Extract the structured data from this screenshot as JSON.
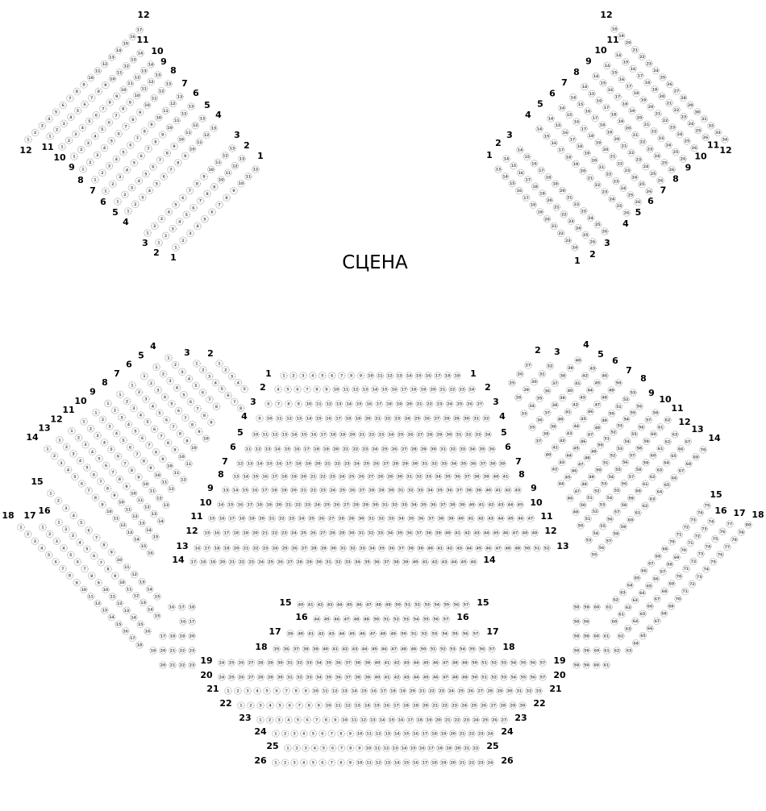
{
  "stage": {
    "label": "СЦЕНА"
  },
  "colors": {
    "seat_outline": "#9a9a9a",
    "seat_number": "#555555",
    "row_label": "#000000"
  },
  "sections": [
    {
      "id": "balcony-left",
      "rows": [
        {
          "label": "12",
          "from": 1,
          "to": 17
        },
        {
          "label": "11",
          "from": 1,
          "to": 14
        },
        {
          "label": "10",
          "from": 1,
          "to": 14
        },
        {
          "label": "9",
          "from": 1,
          "to": 13
        },
        {
          "label": "8",
          "from": 1,
          "to": 13
        },
        {
          "label": "7",
          "from": 1,
          "to": 13
        },
        {
          "label": "6",
          "from": 1,
          "to": 13
        },
        {
          "label": "5",
          "from": 1,
          "to": 13
        },
        {
          "label": "4",
          "from": 1,
          "to": 13
        }
      ]
    },
    {
      "id": "balcony-left-front",
      "rows": [
        {
          "label": "3",
          "from": 1,
          "to": 13
        },
        {
          "label": "2",
          "from": 1,
          "to": 13
        },
        {
          "label": "1",
          "from": 1,
          "to": 12
        }
      ]
    },
    {
      "id": "balcony-right-front",
      "rows": [
        {
          "label": "1",
          "from": 13,
          "to": 24
        },
        {
          "label": "2",
          "from": 14,
          "to": 26
        },
        {
          "label": "3",
          "from": 14,
          "to": 26
        }
      ]
    },
    {
      "id": "balcony-right",
      "rows": [
        {
          "label": "4",
          "from": 14,
          "to": 26
        },
        {
          "label": "5",
          "from": 14,
          "to": 26
        },
        {
          "label": "6",
          "from": 14,
          "to": 26
        },
        {
          "label": "7",
          "from": 14,
          "to": 26
        },
        {
          "label": "8",
          "from": 14,
          "to": 26
        },
        {
          "label": "9",
          "from": 14,
          "to": 26
        },
        {
          "label": "10",
          "from": 14,
          "to": 26
        },
        {
          "label": "11",
          "from": 14,
          "to": 26
        },
        {
          "label": "12",
          "from": 18,
          "to": 34
        }
      ]
    },
    {
      "id": "stalls-left",
      "rows": [
        {
          "label": "4",
          "from": 1,
          "to": 8
        },
        {
          "label": "5",
          "from": 1,
          "to": 9
        },
        {
          "label": "6",
          "from": 1,
          "to": 10
        },
        {
          "label": "7",
          "from": 1,
          "to": 10
        },
        {
          "label": "8",
          "from": 1,
          "to": 11
        },
        {
          "label": "9",
          "from": 1,
          "to": 12
        },
        {
          "label": "10",
          "from": 1,
          "to": 12
        },
        {
          "label": "11",
          "from": 1,
          "to": 13
        },
        {
          "label": "12",
          "from": 1,
          "to": 14
        },
        {
          "label": "13",
          "from": 1,
          "to": 15
        },
        {
          "label": "14",
          "from": 1,
          "to": 16
        }
      ]
    },
    {
      "id": "stalls-left-front",
      "rows": [
        {
          "label": "3",
          "from": 1,
          "to": 8
        },
        {
          "label": "2",
          "from": 1,
          "to": 5
        }
      ]
    },
    {
      "id": "stalls-right",
      "rows": [
        {
          "label": "2",
          "from": 25,
          "to": 27
        },
        {
          "label": "3",
          "from": 28,
          "to": 32
        },
        {
          "label": "4",
          "from": 33,
          "to": 40
        },
        {
          "label": "5",
          "from": 35,
          "to": 43
        },
        {
          "label": "6",
          "from": 37,
          "to": 46
        },
        {
          "label": "7",
          "from": 40,
          "to": 50
        },
        {
          "label": "8",
          "from": 42,
          "to": 53
        },
        {
          "label": "9",
          "from": 44,
          "to": 56
        },
        {
          "label": "10",
          "from": 46,
          "to": 58
        },
        {
          "label": "11",
          "from": 49,
          "to": 62
        },
        {
          "label": "12",
          "from": 50,
          "to": 63
        },
        {
          "label": "13",
          "from": 53,
          "to": 67
        },
        {
          "label": "14",
          "from": 55,
          "to": 70
        }
      ]
    },
    {
      "id": "parterre-front",
      "rows": [
        {
          "label": "1",
          "from": 1,
          "to": 19
        },
        {
          "label": "2",
          "from": 4,
          "to": 24
        },
        {
          "label": "3",
          "from": 6,
          "to": 27
        },
        {
          "label": "4",
          "from": 9,
          "to": 32
        },
        {
          "label": "5",
          "from": 10,
          "to": 34
        },
        {
          "label": "6",
          "from": 11,
          "to": 36
        },
        {
          "label": "7",
          "from": 12,
          "to": 39
        },
        {
          "label": "8",
          "from": 13,
          "to": 41
        },
        {
          "label": "9",
          "from": 13,
          "to": 43
        },
        {
          "label": "10",
          "from": 14,
          "to": 45
        },
        {
          "label": "11",
          "from": 15,
          "to": 47
        },
        {
          "label": "12",
          "from": 15,
          "to": 49
        },
        {
          "label": "13",
          "from": 16,
          "to": 52
        },
        {
          "label": "14",
          "from": 17,
          "to": 46
        }
      ]
    },
    {
      "id": "side-left",
      "rows": [
        {
          "label": "15",
          "from": 1,
          "to": 15
        },
        {
          "label": "16",
          "from": 1,
          "to": 15
        },
        {
          "label": "17",
          "from": 1,
          "to": 16
        },
        {
          "label": "18",
          "from": 1,
          "to": 18
        }
      ]
    },
    {
      "id": "box-left",
      "rows": [
        {
          "label": "15",
          "from": 16,
          "to": 18
        },
        {
          "label": "16",
          "from": 16,
          "to": 17
        },
        {
          "label": "17",
          "from": 17,
          "to": 20
        },
        {
          "label": "18",
          "from": 19,
          "to": 23
        },
        {
          "label": "19",
          "from": 20,
          "to": 23
        }
      ]
    },
    {
      "id": "parterre-rear",
      "rows": [
        {
          "label": "15",
          "from": 40,
          "to": 57
        },
        {
          "label": "16",
          "from": 44,
          "to": 57
        },
        {
          "label": "17",
          "from": 39,
          "to": 57
        },
        {
          "label": "18",
          "from": 35,
          "to": 57
        },
        {
          "label": "19",
          "from": 24,
          "to": 57
        },
        {
          "label": "20",
          "from": 24,
          "to": 57
        },
        {
          "label": "21",
          "from": 1,
          "to": 33
        },
        {
          "label": "22",
          "from": 1,
          "to": 30
        },
        {
          "label": "23",
          "from": 1,
          "to": 27
        },
        {
          "label": "24",
          "from": 1,
          "to": 24
        },
        {
          "label": "25",
          "from": 1,
          "to": 22
        },
        {
          "label": "26",
          "from": 1,
          "to": 24
        }
      ]
    },
    {
      "id": "box-right",
      "rows": [
        {
          "label": "15",
          "from": 58,
          "to": 60
        },
        {
          "label": "16",
          "from": 58,
          "to": 59
        },
        {
          "label": "17",
          "from": 58,
          "to": 61
        },
        {
          "label": "18",
          "from": 58,
          "to": 62
        },
        {
          "label": "19",
          "from": 58,
          "to": 61
        }
      ]
    },
    {
      "id": "side-right",
      "rows": [
        {
          "label": "15",
          "from": 61,
          "to": 75
        },
        {
          "label": "16",
          "from": 60,
          "to": 74
        },
        {
          "label": "17",
          "from": 62,
          "to": 77
        },
        {
          "label": "18",
          "from": 63,
          "to": 80
        }
      ]
    }
  ]
}
